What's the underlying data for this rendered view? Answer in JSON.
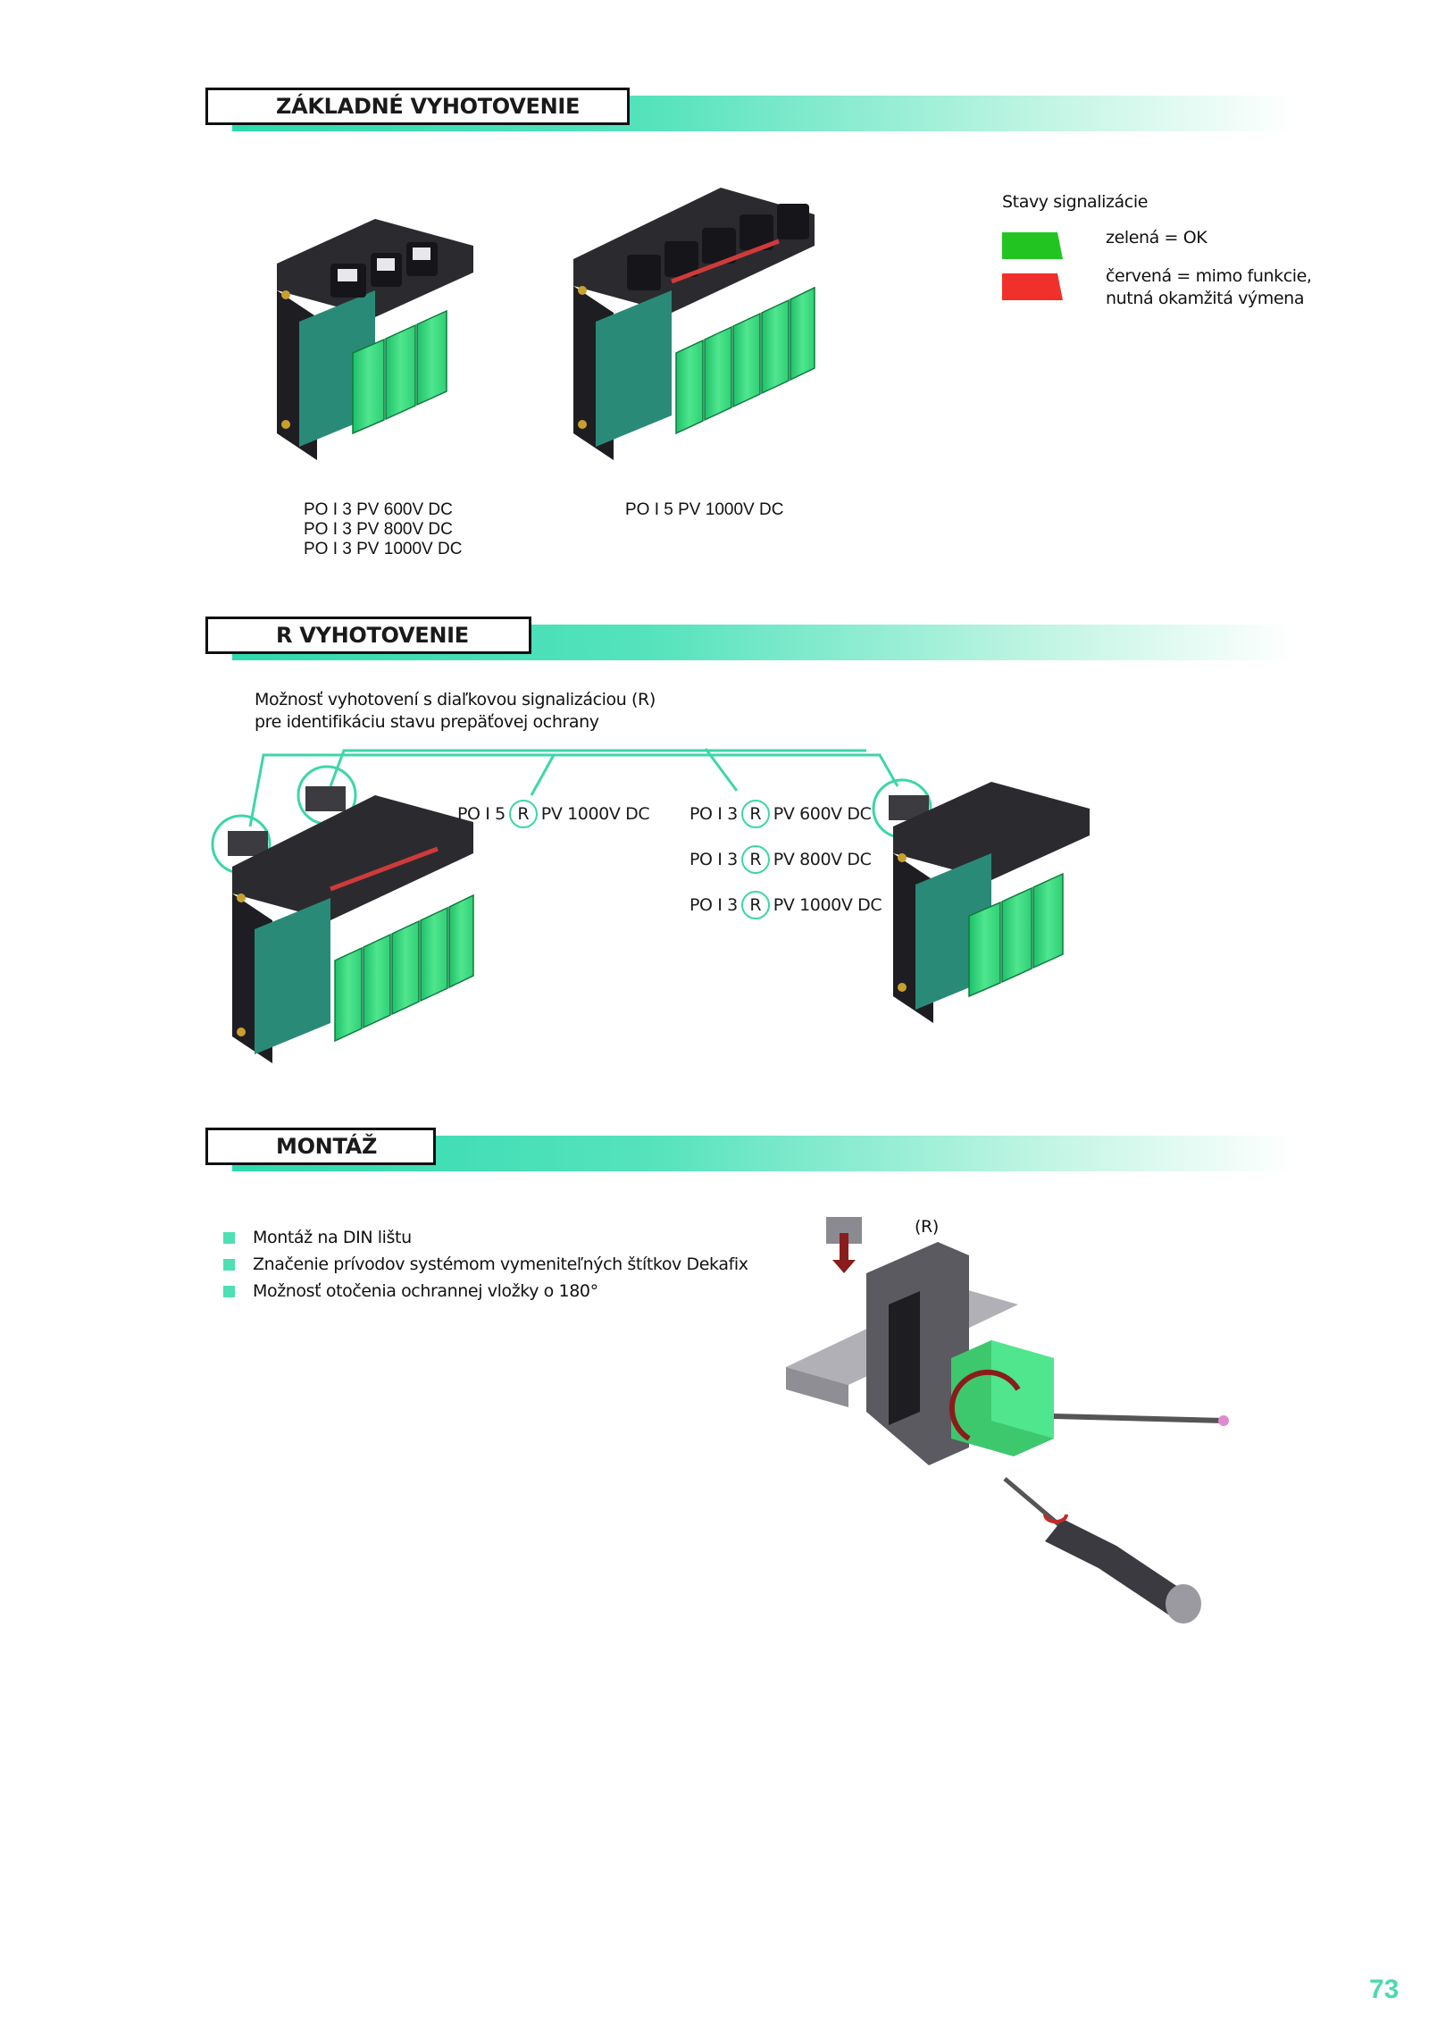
{
  "sections": {
    "basic": {
      "title": "ZÁKLADNÉ VYHOTOVENIE"
    },
    "r": {
      "title": "R  VYHOTOVENIE"
    },
    "mount": {
      "title": "MONTÁŽ"
    }
  },
  "legend": {
    "heading": "Stavy signalizácie",
    "green_label": "zelená = OK",
    "red_label_1": "červená = mimo funkcie,",
    "red_label_2": "nutná okamžitá výmena",
    "green_color": "#22c422",
    "red_color": "#f0302a"
  },
  "basic_products": {
    "left": [
      "PO I 3 PV 600V DC",
      "PO I 3 PV 800V DC",
      "PO I 3 PV 1000V DC"
    ],
    "right": "PO I 5 PV 1000V DC"
  },
  "r_variant": {
    "intro_1": "Možnosť vyhotovení s diaľkovou signalizáciou (R)",
    "intro_2": "pre identifikáciu stavu prepäťovej ochrany",
    "products": [
      {
        "prefix": "PO I  5",
        "r": "R",
        "suffix": "PV 1000V DC"
      },
      {
        "prefix": "PO I 3",
        "r": "R",
        "suffix": "PV 600V DC"
      },
      {
        "prefix": "PO I 3",
        "r": "R",
        "suffix": "PV 800V DC"
      },
      {
        "prefix": "PO I 3",
        "r": "R",
        "suffix": "PV 1000V DC"
      }
    ]
  },
  "mount": {
    "bullets": [
      "Montáž na DIN lištu",
      "Značenie prívodov systémom vymeniteľných štítkov Dekafix",
      "Možnosť otočenia ochrannej vložky o 180°"
    ],
    "r_label": "(R)"
  },
  "page_number": "73",
  "accent_color": "#3dd6a8"
}
